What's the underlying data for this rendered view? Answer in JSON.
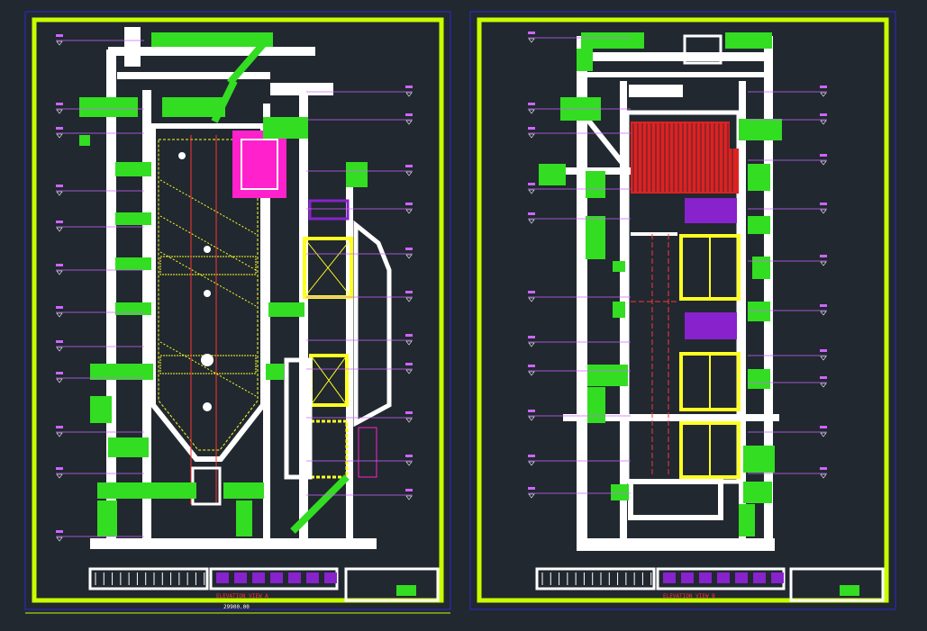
{
  "colors": {
    "background": "#212830",
    "frame": "#c8ff00",
    "sheet_border": "#2a2ad0",
    "structure": "#ffffff",
    "platform": "#33dd22",
    "ductwork": "#ffff22",
    "heat_surface": "#dd2222",
    "purple_block": "#8822cc",
    "magenta_block": "#ff22cc",
    "leader_line": "#cc66ff",
    "centerline": "#ff3333"
  },
  "drawing": {
    "overall_dim_text": "29900.00",
    "left_sheet": {
      "view_caption": "ELEVATION VIEW A",
      "title_block_text": ""
    },
    "right_sheet": {
      "view_caption": "ELEVATION VIEW B",
      "title_block_text": ""
    }
  }
}
